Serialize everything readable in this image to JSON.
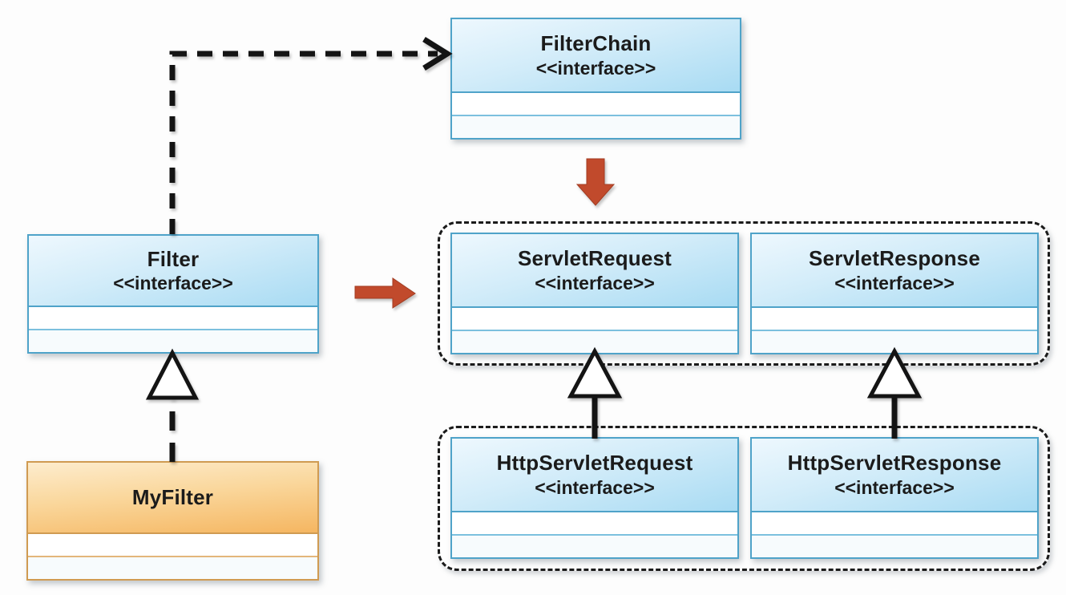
{
  "diagram": {
    "kind": "uml-class-diagram",
    "nodes": {
      "filterChain": {
        "title": "FilterChain",
        "stereotype": "<<interface>>"
      },
      "filter": {
        "title": "Filter",
        "stereotype": "<<interface>>"
      },
      "myFilter": {
        "title": "MyFilter"
      },
      "servletRequest": {
        "title": "ServletRequest",
        "stereotype": "<<interface>>"
      },
      "servletResponse": {
        "title": "ServletResponse",
        "stereotype": "<<interface>>"
      },
      "httpServletRequest": {
        "title": "HttpServletRequest",
        "stereotype": "<<interface>>"
      },
      "httpServletResponse": {
        "title": "HttpServletResponse",
        "stereotype": "<<interface>>"
      }
    },
    "groups": [
      {
        "name": "servlet-pair-group",
        "members": [
          "ServletRequest",
          "ServletResponse"
        ]
      },
      {
        "name": "http-pair-group",
        "members": [
          "HttpServletRequest",
          "HttpServletResponse"
        ]
      }
    ],
    "relationships": [
      {
        "from": "Filter",
        "to": "FilterChain",
        "type": "dependency-dashed-open-arrow"
      },
      {
        "from": "MyFilter",
        "to": "Filter",
        "type": "realization-dashed-hollow-triangle"
      },
      {
        "from": "HttpServletRequest",
        "to": "ServletRequest",
        "type": "generalization-hollow-triangle"
      },
      {
        "from": "HttpServletResponse",
        "to": "ServletResponse",
        "type": "generalization-hollow-triangle"
      },
      {
        "from": "FilterChain",
        "to": "servlet-pair-group",
        "type": "red-block-arrow-down"
      },
      {
        "from": "Filter",
        "to": "servlet-pair-group",
        "type": "red-block-arrow-right"
      }
    ],
    "colors": {
      "interface_header_top": "#eef8fe",
      "interface_header_bottom": "#a8dbf3",
      "interface_border": "#4fa3c9",
      "interface_separator": "#7cc0de",
      "class_header_top": "#fdeccd",
      "class_header_bottom": "#f5b661",
      "class_border": "#d09b52",
      "class_separator": "#e3b67a",
      "edge_black": "#141414",
      "arrow_red": "#c14a2c"
    }
  }
}
